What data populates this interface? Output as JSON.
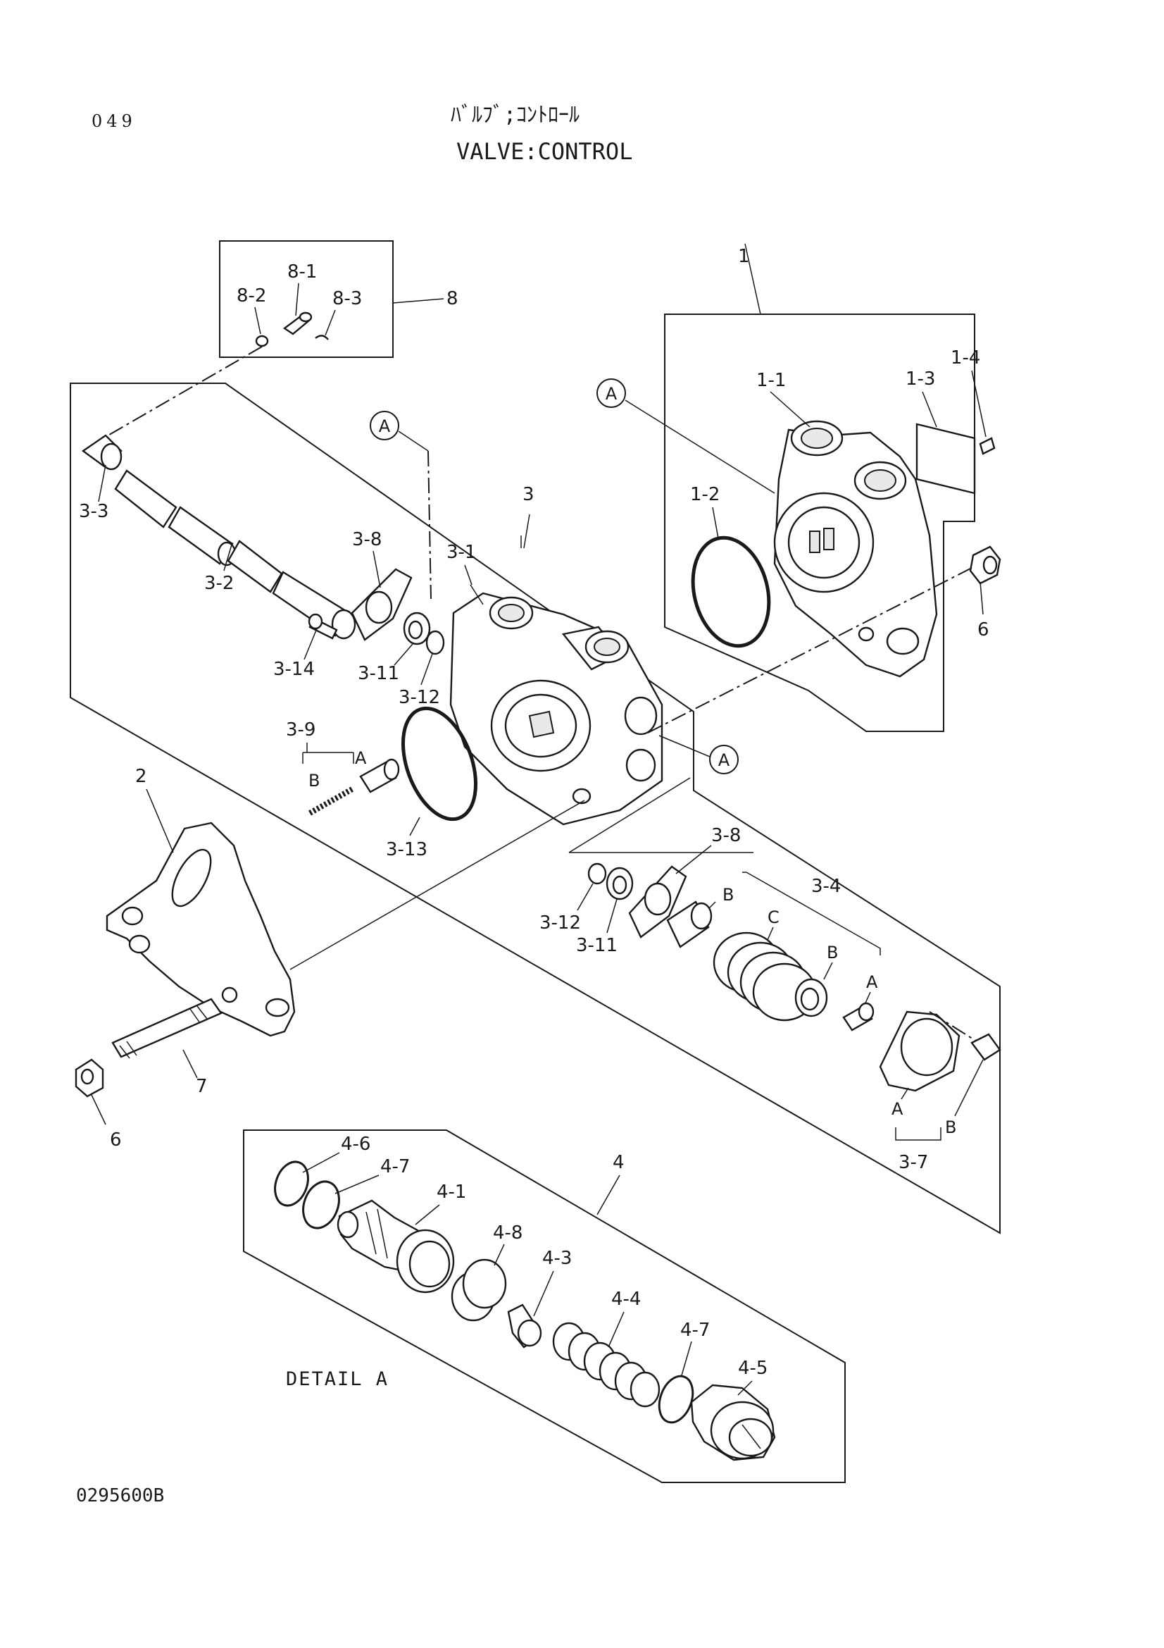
{
  "header": {
    "page_number": "049",
    "title_jp": "ﾊﾞﾙﾌﾞ;ｺﾝﾄﾛｰﾙ",
    "title_en": "VALVE:CONTROL"
  },
  "footer": {
    "drawing_number": "0295600B"
  },
  "detail_caption": "DETAIL  A",
  "callouts": {
    "ref_a": "A",
    "sub_a": "A",
    "sub_b": "B",
    "sub_c": "C"
  },
  "part_labels": {
    "p1": "1",
    "p1_1": "1-1",
    "p1_2": "1-2",
    "p1_3": "1-3",
    "p1_4": "1-4",
    "p2": "2",
    "p3": "3",
    "p3_1": "3-1",
    "p3_2": "3-2",
    "p3_3": "3-3",
    "p3_4": "3-4",
    "p3_7": "3-7",
    "p3_8": "3-8",
    "p3_9": "3-9",
    "p3_11": "3-11",
    "p3_12": "3-12",
    "p3_13": "3-13",
    "p3_14": "3-14",
    "p4": "4",
    "p4_1": "4-1",
    "p4_3": "4-3",
    "p4_4": "4-4",
    "p4_5": "4-5",
    "p4_6": "4-6",
    "p4_7": "4-7",
    "p4_8": "4-8",
    "p6": "6",
    "p7": "7",
    "p8": "8",
    "p8_1": "8-1",
    "p8_2": "8-2",
    "p8_3": "8-3"
  }
}
